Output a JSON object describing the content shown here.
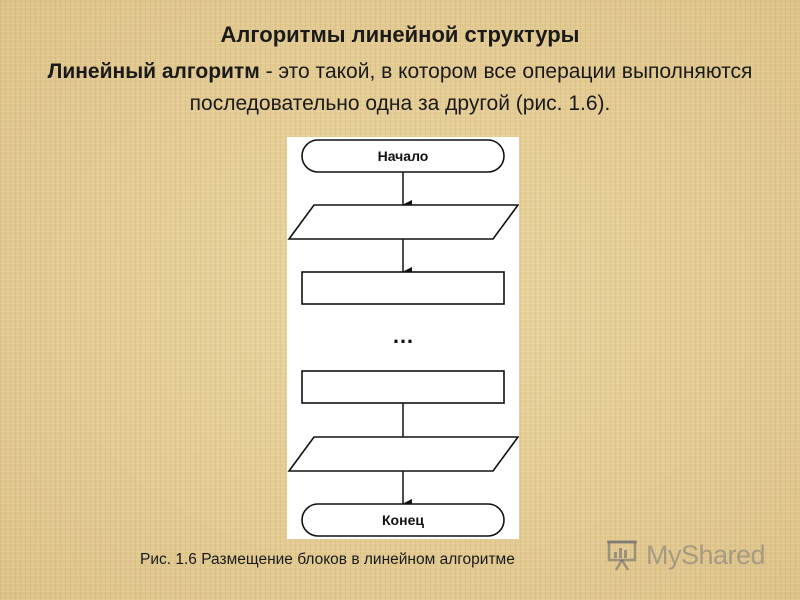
{
  "slide": {
    "title": "Алгоритмы линейной структуры",
    "definition_term": "Линейный алгоритм",
    "definition_text": " - это такой, в котором все операции выполняются последовательно одна за другой (рис. 1.6).",
    "caption": "Рис. 1.6 Размещение блоков в линейном алгоритме"
  },
  "flowchart": {
    "start_label": "Начало",
    "end_label": "Конец",
    "ellipsis": "…"
  },
  "watermark": {
    "text": "MyShared"
  }
}
